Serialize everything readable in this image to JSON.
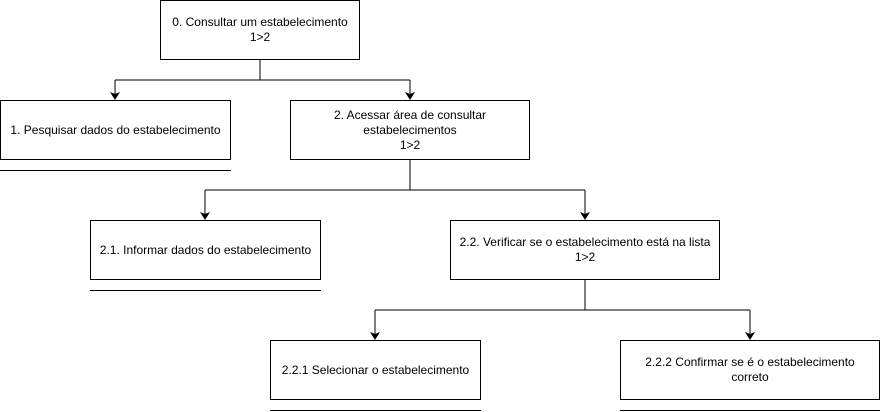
{
  "diagram": {
    "nodes": {
      "n0": {
        "line1": "0. Consultar um estabelecimento",
        "line2": "1>2"
      },
      "n1": {
        "line1": "1. Pesquisar dados do estabelecimento"
      },
      "n2": {
        "line1": "2. Acessar área de consultar",
        "line2": "estabelecimentos",
        "line3": "1>2"
      },
      "n21": {
        "line1": "2.1. Informar dados do estabelecimento"
      },
      "n22": {
        "line1": "2.2. Verificar se o estabelecimento está na lista",
        "line2": "1>2"
      },
      "n221": {
        "line1": "2.2.1 Selecionar o estabelecimento"
      },
      "n222": {
        "line1": "2.2.2 Confirmar se é o estabelecimento correto"
      }
    },
    "edges": [
      {
        "from": "n0",
        "to": "n1"
      },
      {
        "from": "n0",
        "to": "n2"
      },
      {
        "from": "n2",
        "to": "n21"
      },
      {
        "from": "n2",
        "to": "n22"
      },
      {
        "from": "n22",
        "to": "n221"
      },
      {
        "from": "n22",
        "to": "n222"
      }
    ],
    "leaf_nodes": [
      "n1",
      "n21",
      "n221",
      "n222"
    ],
    "colors": {
      "stroke": "#000000",
      "fill": "#ffffff",
      "text": "#000000"
    }
  }
}
